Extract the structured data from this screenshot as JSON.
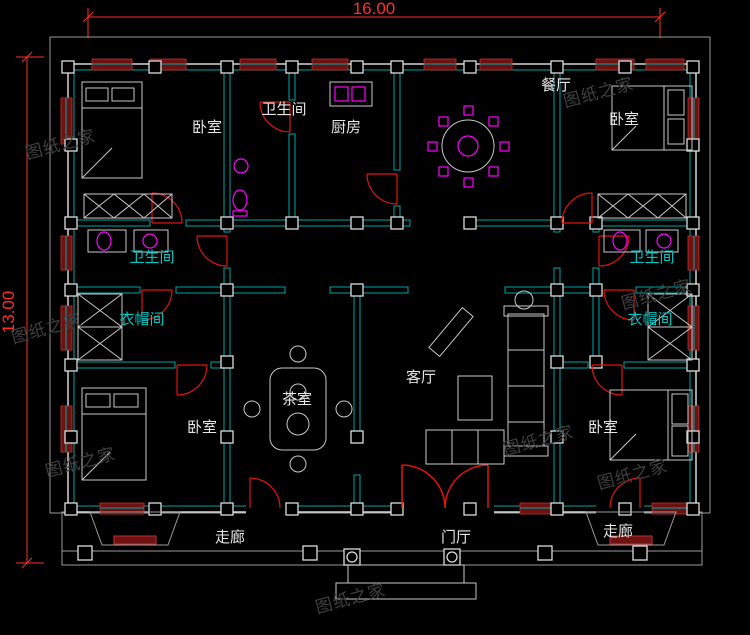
{
  "drawing": {
    "dimensions": {
      "width": "16.00",
      "height": "13.00"
    },
    "rooms": {
      "bedroom_top_left": "卧室",
      "bathroom_top": "卫生间",
      "kitchen": "厨房",
      "dining_room": "餐厅",
      "bedroom_top_right": "卧室",
      "bathroom_left": "卫生间",
      "bathroom_right": "卫生间",
      "cloakroom_left": "衣帽间",
      "cloakroom_right": "衣帽间",
      "bedroom_bottom_left": "卧室",
      "tea_room": "茶室",
      "living_room": "客厅",
      "bedroom_bottom_right": "卧室",
      "corridor_left": "走廊",
      "entry_hall": "门厅",
      "corridor_right": "走廊"
    },
    "watermark": "图纸之家",
    "colors": {
      "background": "#000000",
      "wall": "#00a6a6",
      "exterior_wall": "#d4d4d4",
      "dimension": "#ff2d2d",
      "door": "#e21212",
      "fixture": "#ff00ff",
      "furniture": "#c9c9c9",
      "label": "#e6e6e6",
      "label_alt": "#00c6c6",
      "window": "#6e1111",
      "watermark": "#404040"
    }
  }
}
